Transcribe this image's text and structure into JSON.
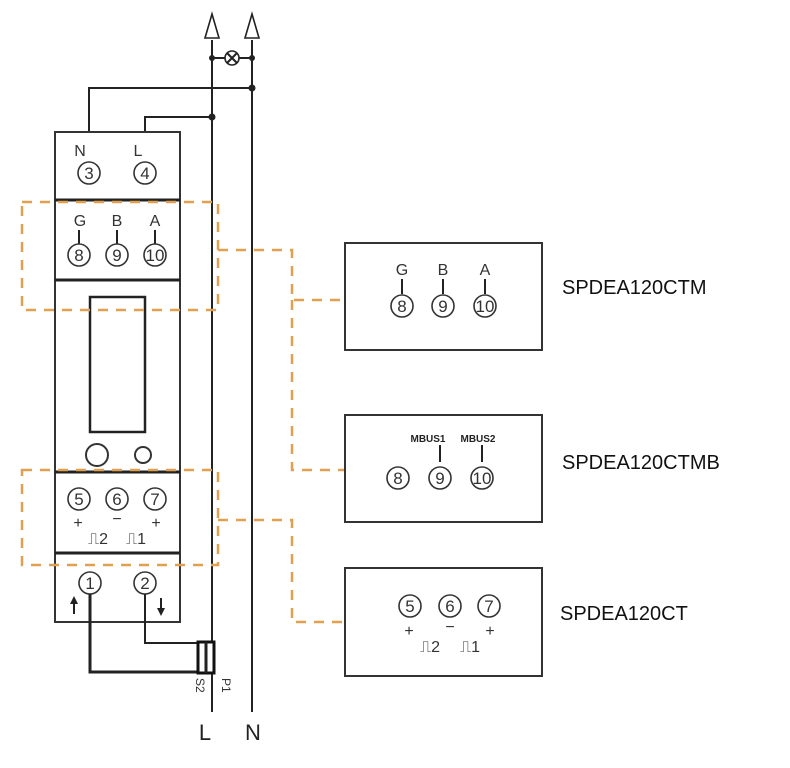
{
  "meter": {
    "top_labels": [
      "N",
      "L"
    ],
    "top_terminals": [
      "3",
      "4"
    ],
    "comm_labels": [
      "G",
      "B",
      "A"
    ],
    "comm_terminals": [
      "8",
      "9",
      "10"
    ],
    "pulse_terminals": [
      "5",
      "6",
      "7"
    ],
    "pulse_signs": [
      "+",
      "−",
      "+"
    ],
    "pulse_symbols": [
      "⎍2",
      "⎍1"
    ],
    "ct_terminals": [
      "1",
      "2"
    ]
  },
  "ct": {
    "labels": [
      "S2",
      "P1"
    ]
  },
  "lines": {
    "live": "L",
    "neutral": "N"
  },
  "variants": [
    {
      "model": "SPDEA120CTM",
      "labels": [
        "G",
        "B",
        "A"
      ],
      "terminals": [
        "8",
        "9",
        "10"
      ]
    },
    {
      "model": "SPDEA120CTMB",
      "labels": [
        "MBUS1",
        "MBUS2"
      ],
      "terminals": [
        "8",
        "9",
        "10"
      ]
    },
    {
      "model": "SPDEA120CT",
      "terminals": [
        "5",
        "6",
        "7"
      ],
      "signs": [
        "+",
        "−",
        "+"
      ],
      "pulse_symbols": [
        "⎍2",
        "⎍1"
      ]
    }
  ],
  "colors": {
    "line": "#222222",
    "dash": "#e0a050"
  }
}
